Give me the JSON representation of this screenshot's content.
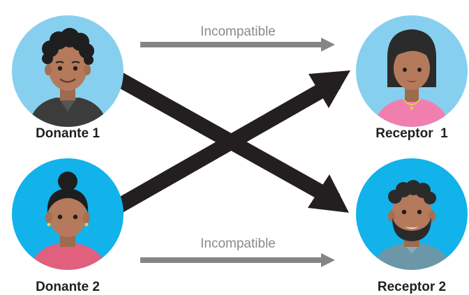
{
  "people": {
    "donor1": {
      "label": "Donante 1"
    },
    "donor2": {
      "label": "Donante 2"
    },
    "recipient1": {
      "label": "Receptor  1"
    },
    "recipient2": {
      "label": "Receptor 2"
    }
  },
  "connections": {
    "top": {
      "label": "Incompatible"
    },
    "bottom": {
      "label": "Incompatible"
    }
  },
  "colors": {
    "circle_light": "#87CFEF",
    "circle_bright": "#12B2EB",
    "arrow_gray": "#858585",
    "arrow_dark": "#231F20"
  },
  "icons": [
    "donor-1-avatar",
    "donor-2-avatar",
    "recipient-1-avatar",
    "recipient-2-avatar"
  ]
}
